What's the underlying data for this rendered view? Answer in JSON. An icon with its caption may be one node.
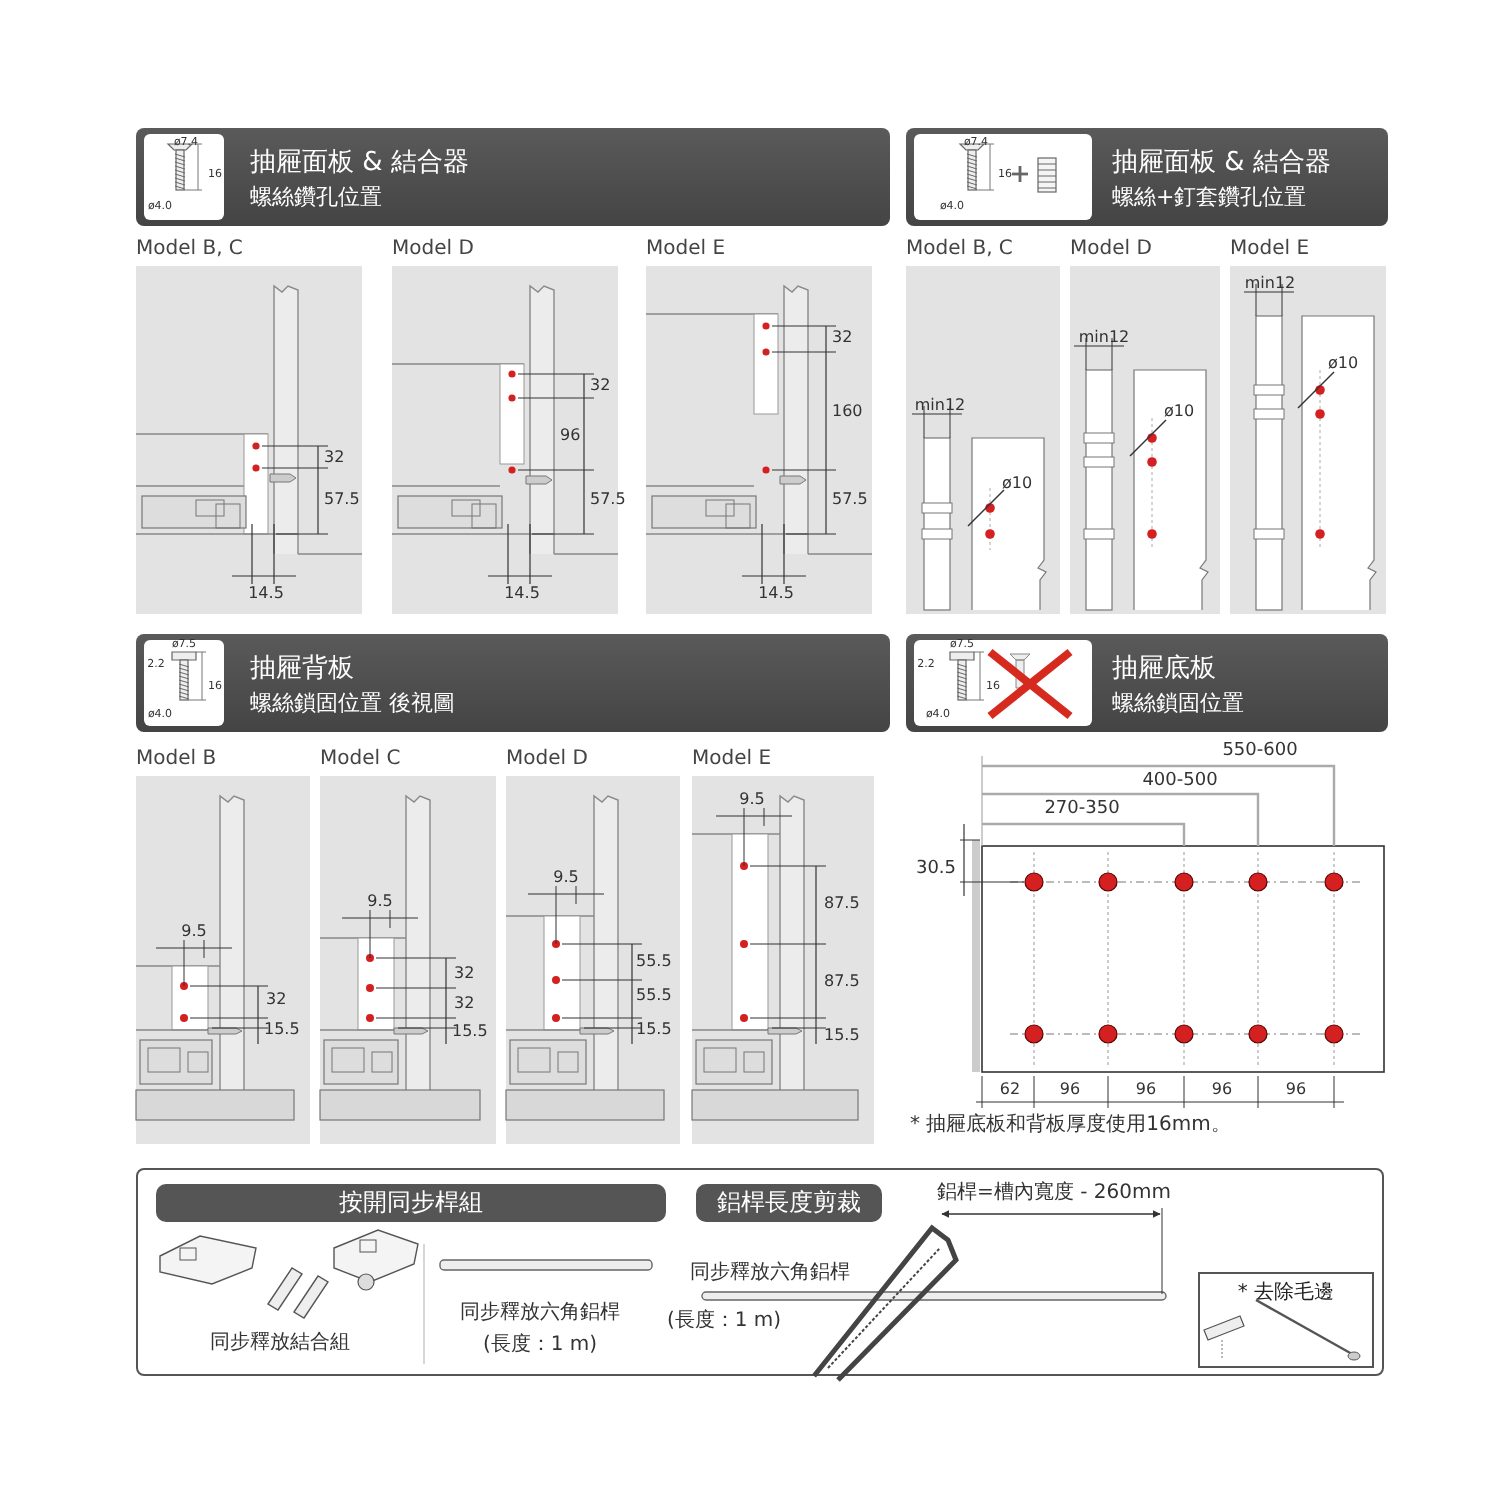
{
  "diagram": {
    "nodes": [
      {
        "text": [
          "抽屜面板 & 結合器",
          "螺絲鑽孔位置"
        ]
      },
      {
        "text": [
          "抽屜面板 & 結合器",
          "螺絲+釘套鑽孔位置"
        ]
      },
      {
        "text": [
          "抽屜背板",
          "螺絲鎖固位置 後視圖"
        ]
      },
      {
        "text": [
          "抽屜底板",
          "螺絲鎖固位置"
        ]
      },
      {
        "text": [],
        "shape": "box"
      },
      {
        "text": [
          "按開同步桿組"
        ],
        "in": 4
      },
      {
        "text": [
          "鋁桿長度剪裁"
        ],
        "in": 4
      },
      {
        "text": [
          "* 去除毛邊"
        ],
        "in": 4
      }
    ],
    "labels": [
      "ø7.4",
      "16",
      "ø4.0",
      "ø7.4",
      "16",
      "ø4.0",
      "Model B, C",
      "Model D",
      "Model E",
      "Model B, C",
      "Model D",
      "Model E",
      "32",
      "57.5",
      "14.5",
      "32",
      "96",
      "57.5",
      "14.5",
      "32",
      "160",
      "57.5",
      "14.5",
      "min12",
      "ø10",
      "min12",
      "ø10",
      "min12",
      "ø10",
      "ø7.5",
      "2.2",
      "16",
      "ø4.0",
      "ø7.5",
      "2.2",
      "16",
      "ø4.0",
      "Model B",
      "Model C",
      "Model D",
      "Model E",
      "9.5",
      "32",
      "15.5",
      "9.5",
      "32",
      "32",
      "15.5",
      "9.5",
      "55.5",
      "55.5",
      "15.5",
      "9.5",
      "87.5",
      "87.5",
      "15.5",
      "550-600",
      "400-500",
      "270-350",
      "30.5",
      "62",
      "96",
      "96",
      "96",
      "96",
      "* 抽屜底板和背板厚度使用16mm。",
      "同步釋放結合組",
      "同步釋放六角鋁桿",
      "(長度：1 m)",
      "鋁桿=槽內寬度 - 260mm",
      "同步釋放六角鋁桿",
      "(長度：1 m)"
    ]
  }
}
